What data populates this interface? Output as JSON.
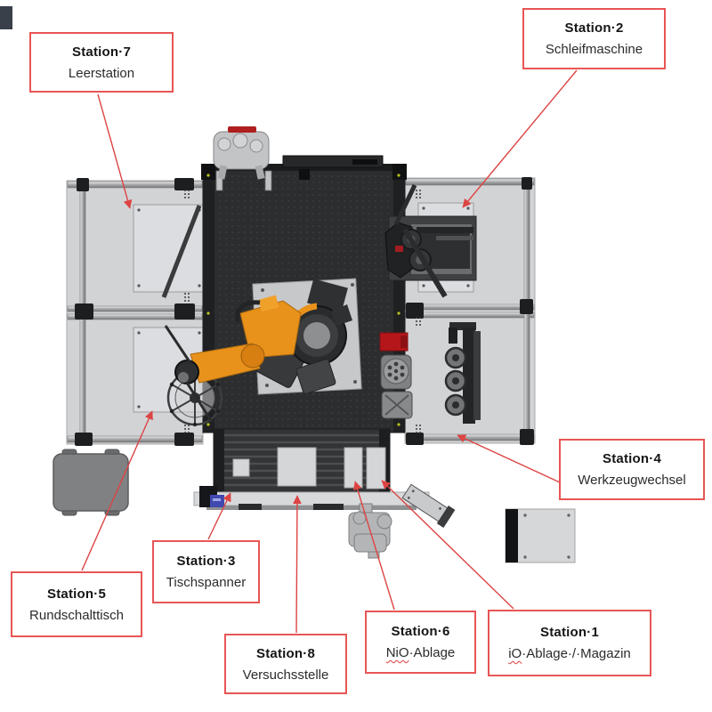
{
  "diagram_type": "robot-cell-station-overview",
  "colors": {
    "label_border": "#e85555",
    "leader_line": "#dd4444",
    "robot_orange": "#e8911b",
    "platform_dark": "#2c2d2f",
    "table_gray": "#d2d3d5",
    "accent_red": "#b5161a",
    "accent_blue": "#4049b0",
    "spellcheck_underline": "#e23c3c"
  },
  "stations": [
    {
      "id": "station-1",
      "name": "Station·1",
      "subtitle_mark": "iO",
      "subtitle_rest": "·Ablage·/·Magazin"
    },
    {
      "id": "station-2",
      "name": "Station·2",
      "subtitle_mark": "",
      "subtitle_rest": "Schleifmaschine"
    },
    {
      "id": "station-3",
      "name": "Station·3",
      "subtitle_mark": "",
      "subtitle_rest": "Tischspanner"
    },
    {
      "id": "station-4",
      "name": "Station·4",
      "subtitle_mark": "",
      "subtitle_rest": "Werkzeugwechsel"
    },
    {
      "id": "station-5",
      "name": "Station·5",
      "subtitle_mark": "",
      "subtitle_rest": "Rundschalttisch"
    },
    {
      "id": "station-6",
      "name": "Station·6",
      "subtitle_mark": "NiO",
      "subtitle_rest": "·Ablage"
    },
    {
      "id": "station-7",
      "name": "Station·7",
      "subtitle_mark": "",
      "subtitle_rest": "Leerstation"
    },
    {
      "id": "station-8",
      "name": "Station·8",
      "subtitle_mark": "",
      "subtitle_rest": "Versuchsstelle"
    }
  ],
  "machine": {
    "parts": [
      "robot-arm",
      "grinding-machine",
      "rotary-index-table",
      "tool-rack",
      "clamping-table",
      "test-fixture-unit",
      "transport-case",
      "pallet-plate",
      "chute",
      "gripper-fixture",
      "side-table-left",
      "side-table-right",
      "center-platform"
    ]
  }
}
